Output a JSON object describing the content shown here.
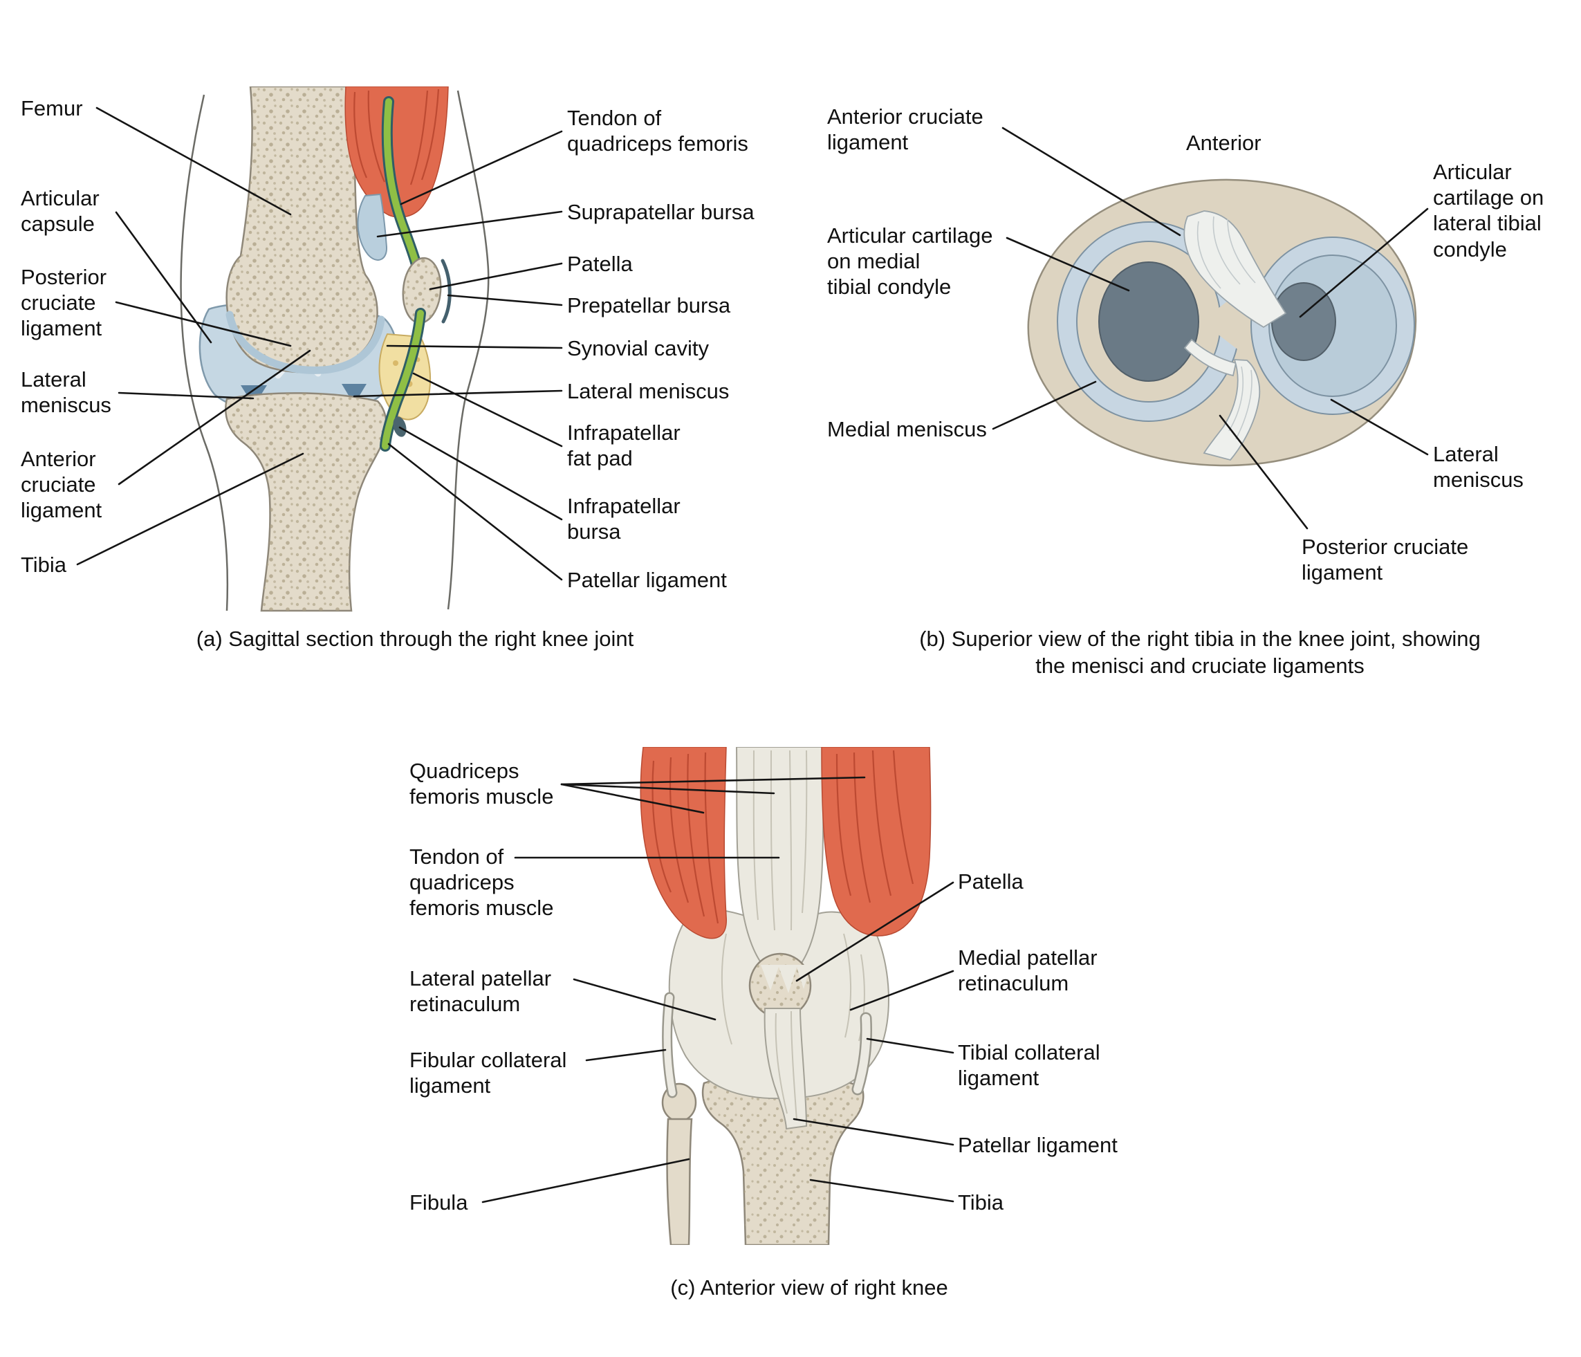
{
  "figure": {
    "panel_a": {
      "caption": "(a) Sagittal section through the right knee joint",
      "labels": {
        "femur": "Femur",
        "articular_capsule": "Articular\ncapsule",
        "posterior_cruciate_ligament": "Posterior\ncruciate\nligament",
        "lateral_meniscus": "Lateral\nmeniscus",
        "anterior_cruciate_ligament": "Anterior\ncruciate\nligament",
        "tibia": "Tibia",
        "tendon_of_quadriceps_femoris": "Tendon of\nquadriceps femoris",
        "suprapatellar_bursa": "Suprapatellar bursa",
        "patella": "Patella",
        "prepatellar_bursa": "Prepatellar bursa",
        "synovial_cavity": "Synovial cavity",
        "lateral_meniscus_2": "Lateral meniscus",
        "infrapatellar_fat_pad": "Infrapatellar\nfat pad",
        "infrapatellar_bursa": "Infrapatellar\nbursa",
        "patellar_ligament": "Patellar ligament"
      }
    },
    "panel_b": {
      "caption": "(b) Superior view of the right tibia in the knee joint, showing\nthe menisci and cruciate ligaments",
      "labels": {
        "anterior_cruciate_ligament": "Anterior cruciate\nligament",
        "anterior": "Anterior",
        "articular_cartilage_lateral": "Articular\ncartilage on\nlateral tibial\ncondyle",
        "articular_cartilage_medial": "Articular cartilage\non medial\ntibial condyle",
        "medial_meniscus": "Medial meniscus",
        "lateral_meniscus": "Lateral\nmeniscus",
        "posterior_cruciate_ligament": "Posterior cruciate\nligament"
      }
    },
    "panel_c": {
      "caption": "(c) Anterior view of right knee",
      "labels": {
        "quadriceps_femoris_muscle": "Quadriceps\nfemoris muscle",
        "tendon_of_quadriceps_femoris_muscle": "Tendon of\nquadriceps\nfemoris muscle",
        "lateral_patellar_retinaculum": "Lateral patellar\nretinaculum",
        "fibular_collateral_ligament": "Fibular collateral\nligament",
        "fibula": "Fibula",
        "patella": "Patella",
        "medial_patellar_retinaculum": "Medial patellar\nretinaculum",
        "tibial_collateral_ligament": "Tibial collateral\nligament",
        "patellar_ligament": "Patellar ligament",
        "tibia": "Tibia"
      }
    }
  }
}
